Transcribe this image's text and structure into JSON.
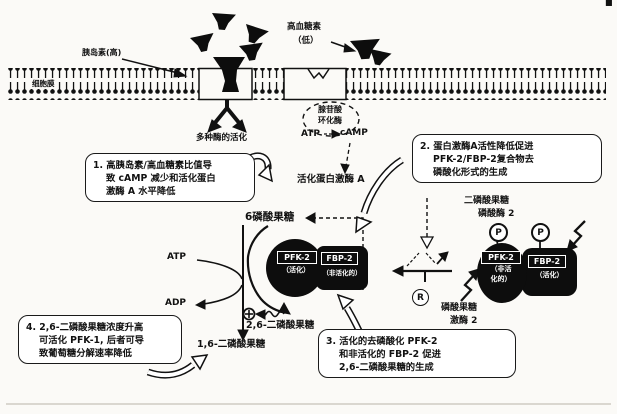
{
  "top": {
    "membrane_label": "细胞膜",
    "insulin_label": "胰岛素(高)",
    "glucagon_label_line1": "高血糖素",
    "glucagon_label_line2": "（低）",
    "enzyme_activation_label": "多种酶的活化",
    "adenylate_cyclase_line1": "腺苷酸",
    "adenylate_cyclase_line2": "环化酶",
    "atp_label": "ATP",
    "camp_label": "cAMP",
    "pka_label": "活化蛋白激酶 A",
    "corner_mark": "■"
  },
  "notes": {
    "note1": {
      "lines": [
        "1. 高胰岛素/高血糖素比值导",
        "致 cAMP 减少和活化蛋白",
        "激酶 A 水平降低"
      ]
    },
    "note2": {
      "lines": [
        "2. 蛋白激酶A活性降低促进",
        "PFK-2/FBP-2复合物去",
        "磷酸化形式的生成"
      ]
    },
    "note3": {
      "lines": [
        "3. 活化的去磷酸化 PFK-2",
        "和非活化的 FBP-2 促进",
        "2,6-二磷酸果糖的生成"
      ]
    },
    "note4": {
      "lines": [
        "4. 2,6-二磷酸果糖浓度升高",
        "可活化 PFK-1, 后者可导",
        "致葡萄糖分解速率降低"
      ]
    }
  },
  "pathway": {
    "f6p": "6磷酸果糖",
    "atp": "ATP",
    "adp": "ADP",
    "plus_symbol": "⊕",
    "f26bp": "2,6-二磷酸果糖",
    "f16bp": "1,6-二磷酸果糖"
  },
  "complex_active": {
    "pfk2_label": "PFK-2",
    "pfk2_state": "（活化）",
    "fbp2_label": "FBP-2",
    "fbp2_state": "（非活化的）"
  },
  "complex_phospho": {
    "p_symbol": "P",
    "r_symbol": "R",
    "pfk2_label": "PFK-2",
    "pfk2_state_line1": "（非活",
    "pfk2_state_line2": "化的）",
    "fbp2_label": "FBP-2",
    "fbp2_state": "（活化）",
    "fbpase_label_line1": "二磷酸果糖",
    "fbpase_label_line2": "磷酸酶 2",
    "pfk2_enzyme_label_line1": "磷酸果糖",
    "pfk2_enzyme_label_line2": "激酶 2"
  },
  "colors": {
    "ink": "#111111",
    "paper": "#fbfaf7"
  }
}
